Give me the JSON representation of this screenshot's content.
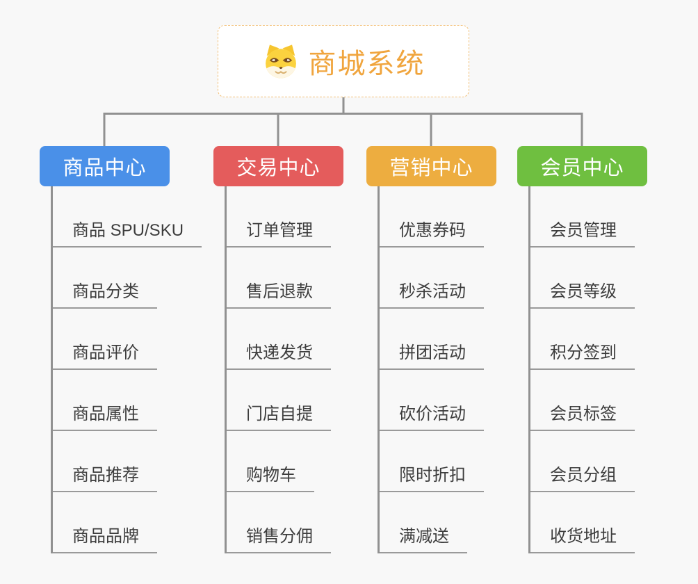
{
  "app": {
    "type": "mindmap",
    "background": "#F8F8F8"
  },
  "connector_color": "#919191",
  "root": {
    "title": "商城系统",
    "icon": "dog-face-icon",
    "title_color": "#F0A53E",
    "border_color": "#F3C077"
  },
  "branches": [
    {
      "id": "product-center",
      "label": "商品中心",
      "color": "#4A90E8",
      "items": [
        "商品 SPU/SKU",
        "商品分类",
        "商品评价",
        "商品属性",
        "商品推荐",
        "商品品牌"
      ]
    },
    {
      "id": "trade-center",
      "label": "交易中心",
      "color": "#E45C5C",
      "items": [
        "订单管理",
        "售后退款",
        "快递发货",
        "门店自提",
        "购物车",
        "销售分佣"
      ]
    },
    {
      "id": "marketing-center",
      "label": "营销中心",
      "color": "#EDAD40",
      "items": [
        "优惠券码",
        "秒杀活动",
        "拼团活动",
        "砍价活动",
        "限时折扣",
        "满减送"
      ]
    },
    {
      "id": "member-center",
      "label": "会员中心",
      "color": "#6FBF40",
      "items": [
        "会员管理",
        "会员等级",
        "积分签到",
        "会员标签",
        "会员分组",
        "收货地址"
      ]
    }
  ]
}
